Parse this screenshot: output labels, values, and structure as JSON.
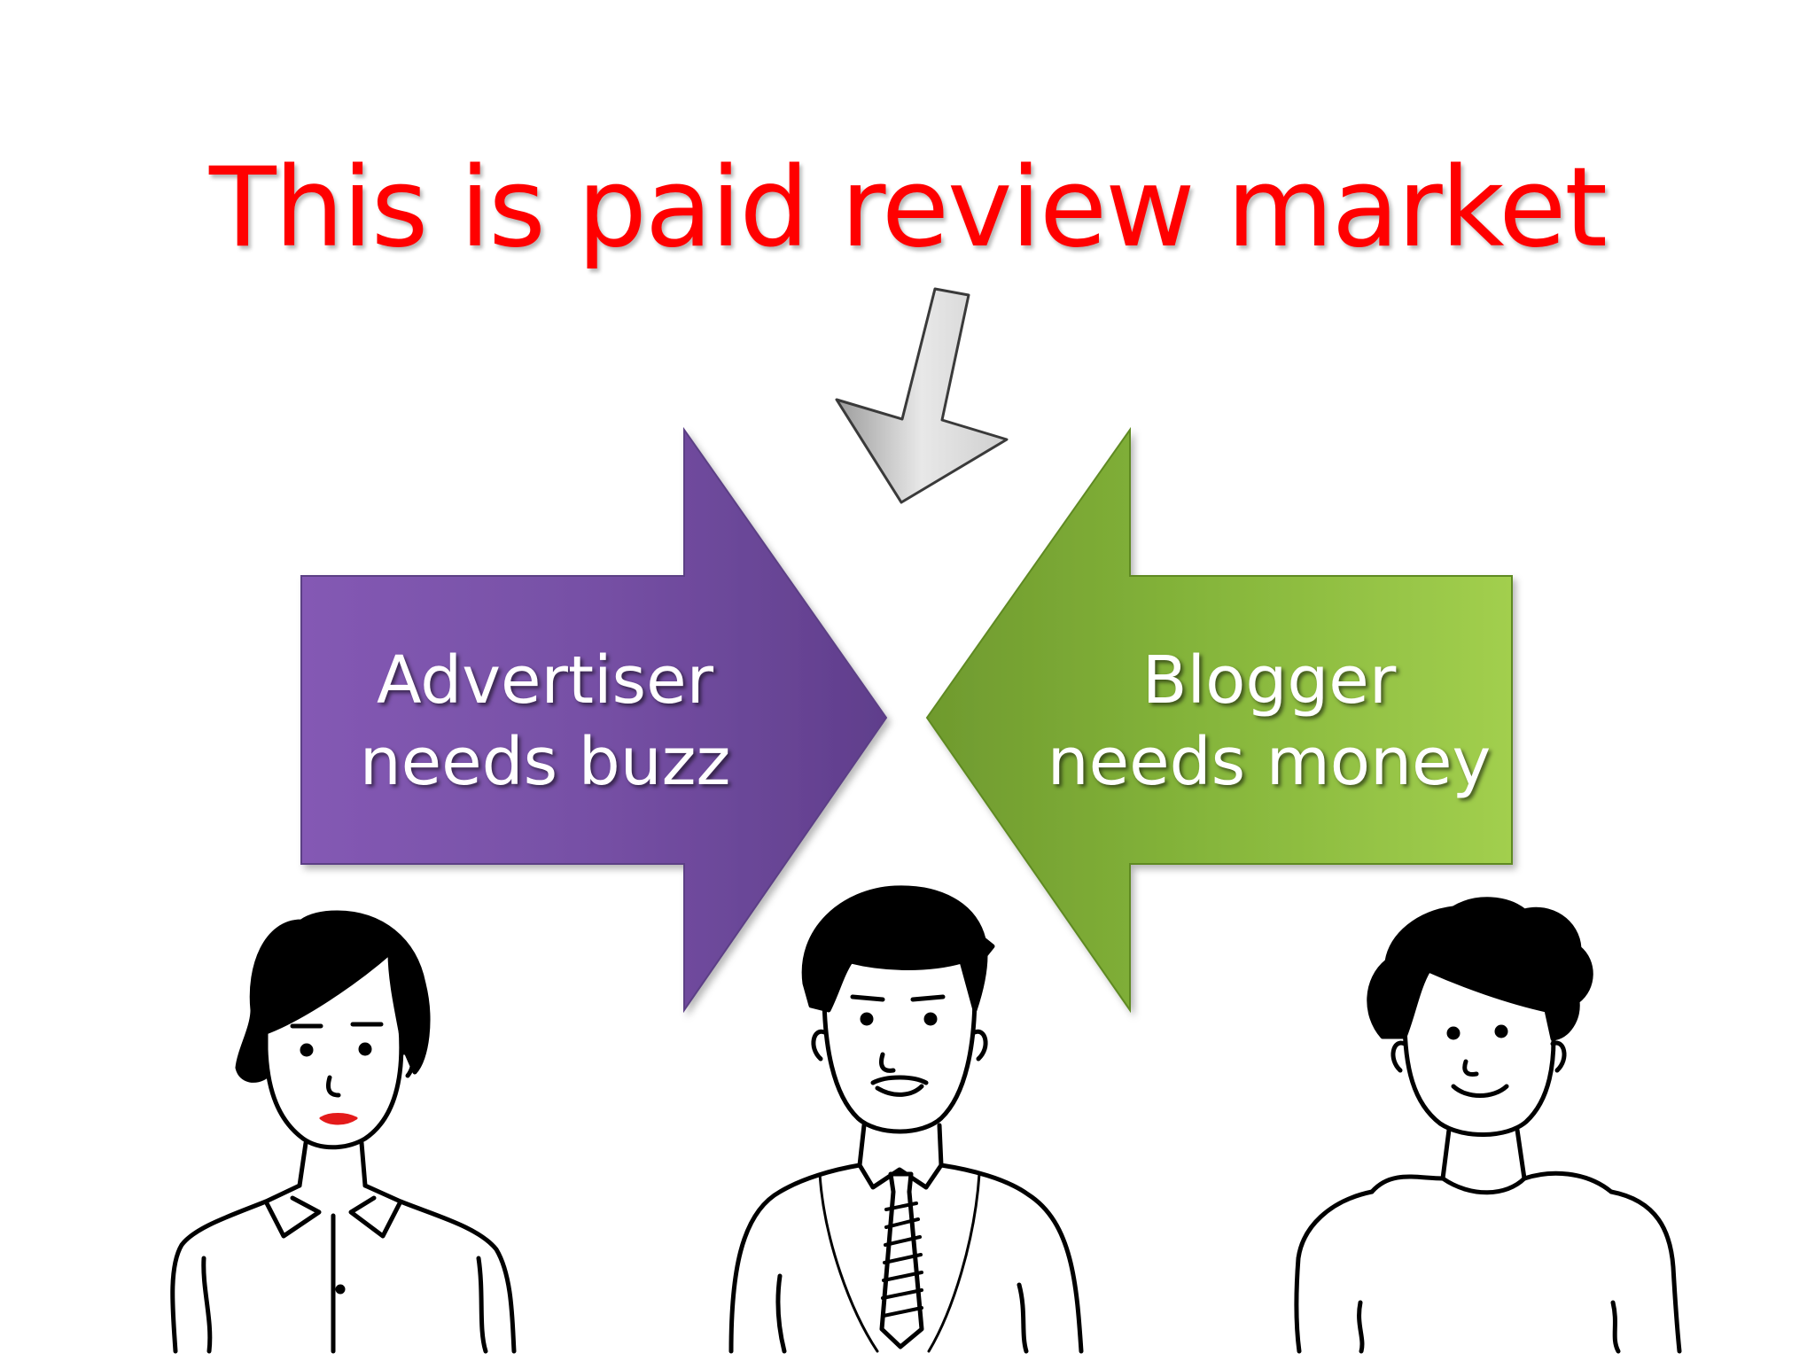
{
  "title": "This is paid review market",
  "left_arrow": {
    "line1": "Advertiser",
    "line2": "needs buzz"
  },
  "right_arrow": {
    "line1": "Blogger",
    "line2": "needs money"
  },
  "colors": {
    "title": "#ff0000",
    "left_arrow": "#7a52a8",
    "right_arrow": "#86b83d",
    "pointer_arrow": "#d6d6d6",
    "lips": "#e41b1b"
  },
  "figures": [
    "woman",
    "man-with-tie",
    "curly-haired-man"
  ]
}
